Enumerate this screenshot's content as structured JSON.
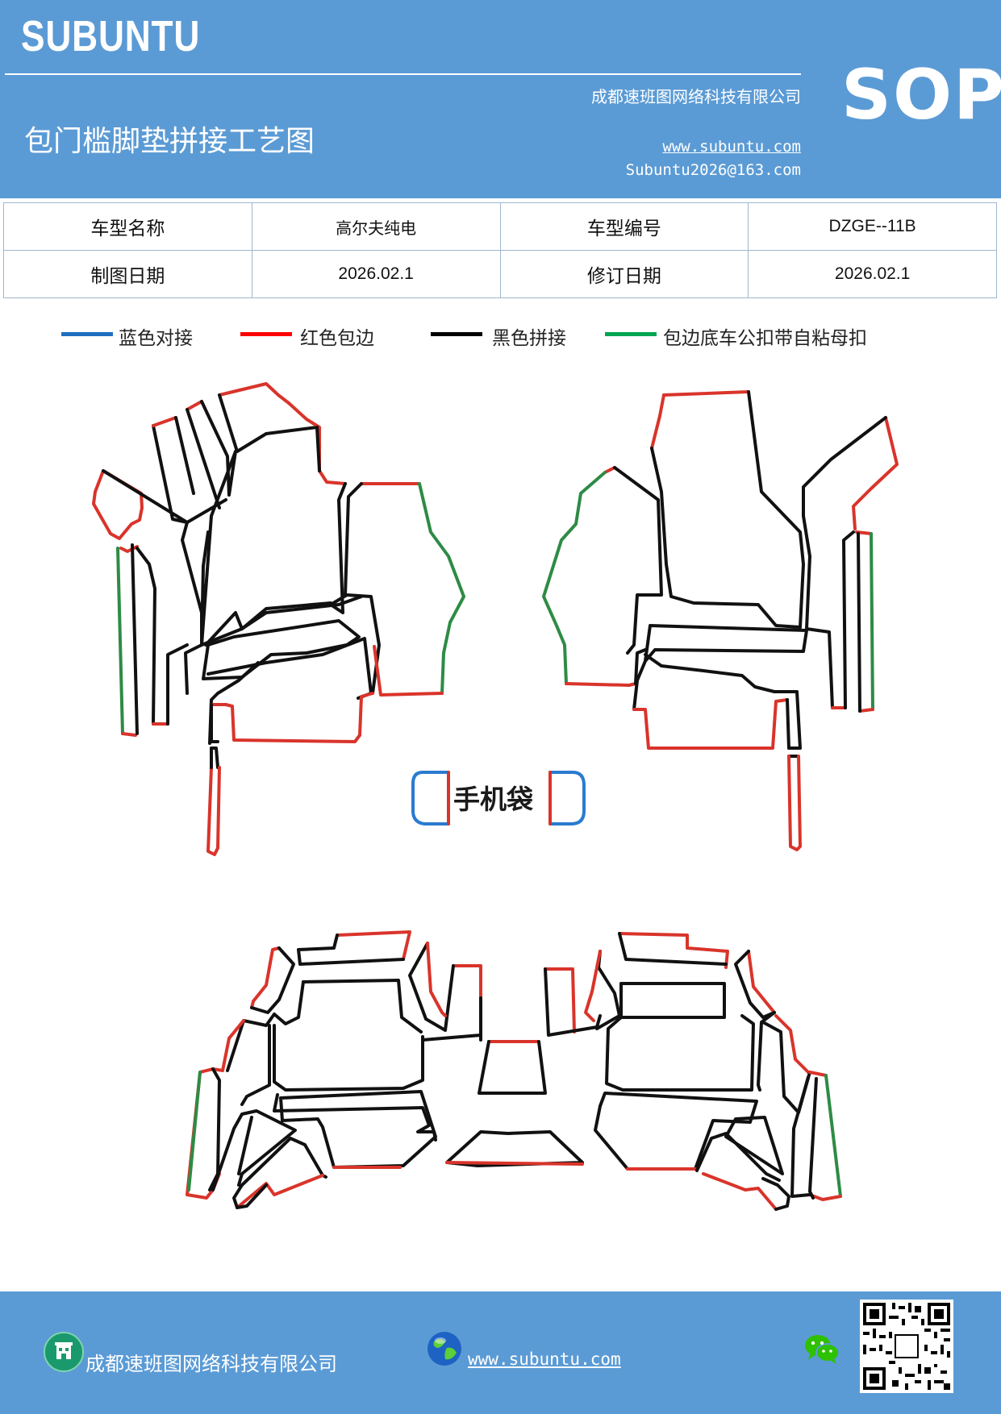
{
  "header": {
    "brand": "SUBUNTU",
    "company": "成都速班图网络科技有限公司",
    "title": "包门槛脚垫拼接工艺图",
    "website": "www.subuntu.com",
    "email": "Subuntu2026@163.com",
    "badge": "SOP"
  },
  "info": {
    "model_name_label": "车型名称",
    "model_name": "高尔夫纯电",
    "model_code_label": "车型编号",
    "model_code": "DZGE--11B",
    "draw_date_label": "制图日期",
    "draw_date": "2026.02.1",
    "revise_date_label": "修订日期",
    "revise_date": "2026.02.1"
  },
  "legend": [
    {
      "label": "蓝色对接",
      "color": "#1f6fc0"
    },
    {
      "label": "红色包边",
      "color": "#ff0000"
    },
    {
      "label": "黑色拼接",
      "color": "#000000"
    },
    {
      "label": "包边底车公扣带自粘母扣",
      "color": "#00a651"
    }
  ],
  "colors": {
    "header_bg": "#5b9bd5",
    "outline_red": "#d9342b",
    "outline_green": "#2e8b45",
    "outline_black": "#111111",
    "outline_blue": "#2a7bd0"
  },
  "diagram": {
    "phone_bag_label": "手机袋"
  },
  "footer": {
    "company": "成都速班图网络科技有限公司",
    "website": "www.subuntu.com "
  }
}
